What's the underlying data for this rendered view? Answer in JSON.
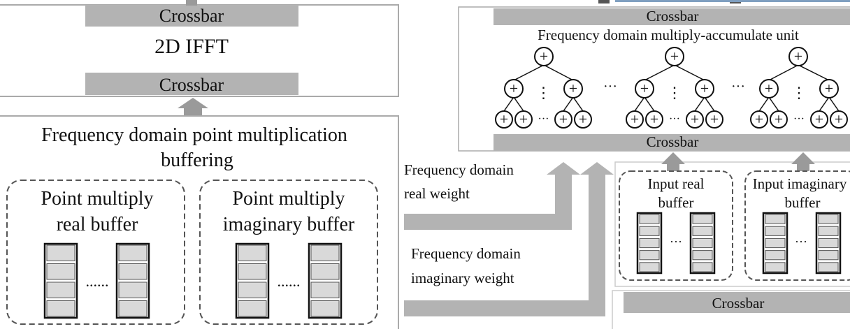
{
  "left_panel": {
    "top_crossbar": "Crossbar",
    "ifft_label": "2D IFFT",
    "bottom_crossbar": "Crossbar",
    "buffering_title_line1": "Frequency domain point multiplication",
    "buffering_title_line2": "buffering",
    "real_buffer_line1": "Point multiply",
    "real_buffer_line2": "real buffer",
    "imag_buffer_line1": "Point multiply",
    "imag_buffer_line2": "imaginary buffer",
    "ellipsis": "......"
  },
  "right_panel": {
    "top_crossbar": "Crossbar",
    "mac_title": "Frequency domain multiply-accumulate unit",
    "adder_symbol": "+",
    "vertical_dots": "⋮",
    "horizontal_dots": "···",
    "bottom_crossbar": "Crossbar",
    "real_weight_line1": "Frequency domain",
    "real_weight_line2": "real weight",
    "imag_weight_line1": "Frequency domain",
    "imag_weight_line2": "imaginary weight",
    "input_real_line1": "Input real",
    "input_real_line2": "buffer",
    "input_imag_line1": "Input imaginary",
    "input_imag_line2": "buffer",
    "buffer_dots": "···",
    "lower_crossbar": "Crossbar"
  },
  "colors": {
    "bar": "#b3b3b3",
    "frame": "#aaaaaa",
    "arrow": "#9a9a9a",
    "buffer_cell": "#d9d9d9"
  }
}
